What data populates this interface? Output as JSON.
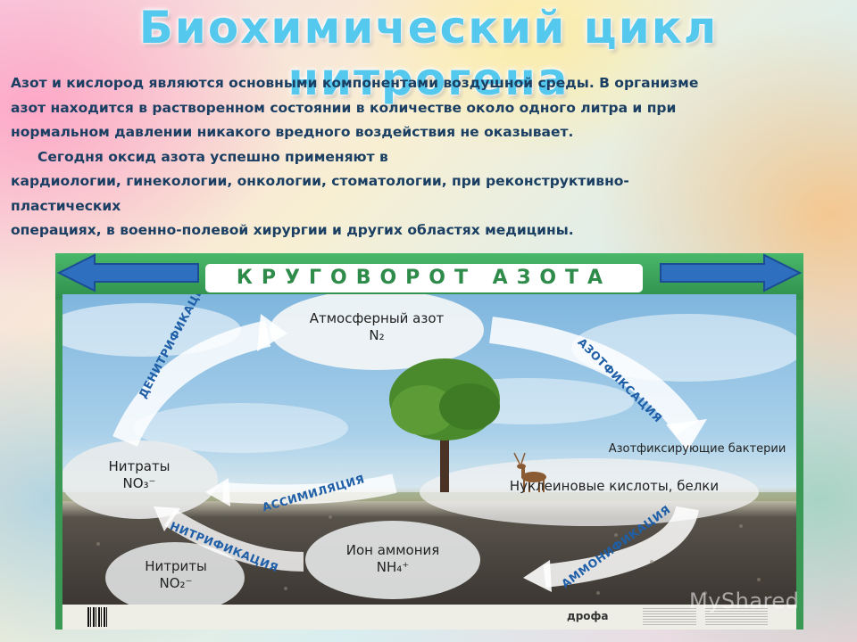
{
  "title": "Биохимический цикл нитрогена",
  "text": {
    "line1": "Азот и кислород являются основными компонентами воздушной среды. В организме",
    "line2": "азот находится в растворенном состоянии в количестве около одного литра и при",
    "line3": "нормальном давлении никакого вредного воздействия не оказывает.",
    "line4": "Сегодня оксид азота успешно применяют в",
    "line5": "кардиологии, гинекологии, онкологии, стоматологии, при реконструктивно-",
    "line6": "пластических",
    "line7": "операциях, в военно-полевой хирургии и других областях медицины."
  },
  "poster": {
    "title": "КРУГОВОРОТ АЗОТА",
    "nodes": {
      "atmospheric": "Атмосферный азот",
      "atmospheric_formula": "N₂",
      "nitrates": "Нитраты",
      "nitrates_formula": "NO₃⁻",
      "bacteria": "Азотфиксирующие бактерии",
      "nucleic": "Нуклеиновые кислоты, белки",
      "nitrites": "Нитриты",
      "nitrites_formula": "NO₂⁻",
      "ammonium": "Ион аммония",
      "ammonium_formula": "NH₄⁺"
    },
    "processes": {
      "denitrification": "ДЕНИТРИФИКАЦИЯ",
      "azotfixation": "АЗОТФИКСАЦИЯ",
      "assimilation": "АССИМИЛЯЦИЯ",
      "nitrification": "НИТРИФИКАЦИЯ",
      "ammonification": "АММОНИФИКАЦИЯ"
    },
    "publisher": "дрофа"
  },
  "watermark": "MyShared",
  "colors": {
    "title": "#55c8ee",
    "body_text": "#1b3f63",
    "poster_green": "#3a9a55",
    "process_text": "#1f5fa8"
  }
}
